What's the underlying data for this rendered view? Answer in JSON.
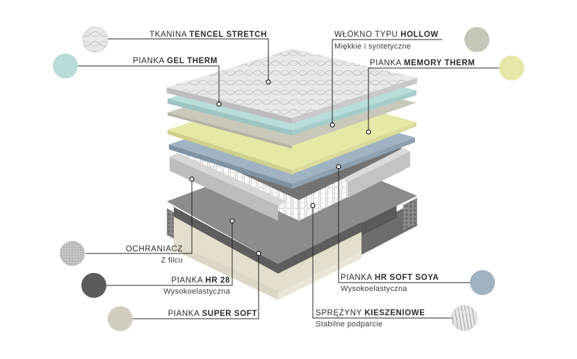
{
  "labels": {
    "tencel": {
      "prefix": "TKANINA ",
      "bold": "TENCEL STRETCH"
    },
    "gel": {
      "prefix": "PIANKA ",
      "bold": "GEL THERM"
    },
    "hollow": {
      "prefix": "WŁÓKNO TYPU ",
      "bold": "HOLLOW",
      "sub": "Miękkie i syntetyczne"
    },
    "memory": {
      "prefix": "PIANKA ",
      "bold": "MEMORY THERM"
    },
    "ochraniacz": {
      "prefix": "OCHRANIACZ",
      "sub": "Z filcu"
    },
    "hr28": {
      "prefix": "PIANKA ",
      "bold": "HR 28",
      "sub": "Wysokoelastyczna"
    },
    "supersoft": {
      "prefix": "PIANKA ",
      "bold": "SUPER SOFT"
    },
    "soya": {
      "prefix": "PIANKA ",
      "bold": "HR SOFT SOYA",
      "sub": "Wysokoelastyczna"
    },
    "springs": {
      "prefix": "SPRĘŻYNY ",
      "bold": "KIESZENIOWE",
      "sub": "Stabilne podparcie"
    }
  },
  "colors": {
    "gel": "#b8dcd9",
    "hollow": "#c4c6b8",
    "memory": "#e7e8a8",
    "hr28": "#5b5b5b",
    "supersoft": "#d0cebe",
    "soya": "#9fb3c3",
    "felt": "#c9c9c9"
  },
  "icons": {
    "tencel": "knit-fabric-icon",
    "ochraniacz": "felt-texture-icon",
    "springs": "pocket-springs-icon"
  }
}
